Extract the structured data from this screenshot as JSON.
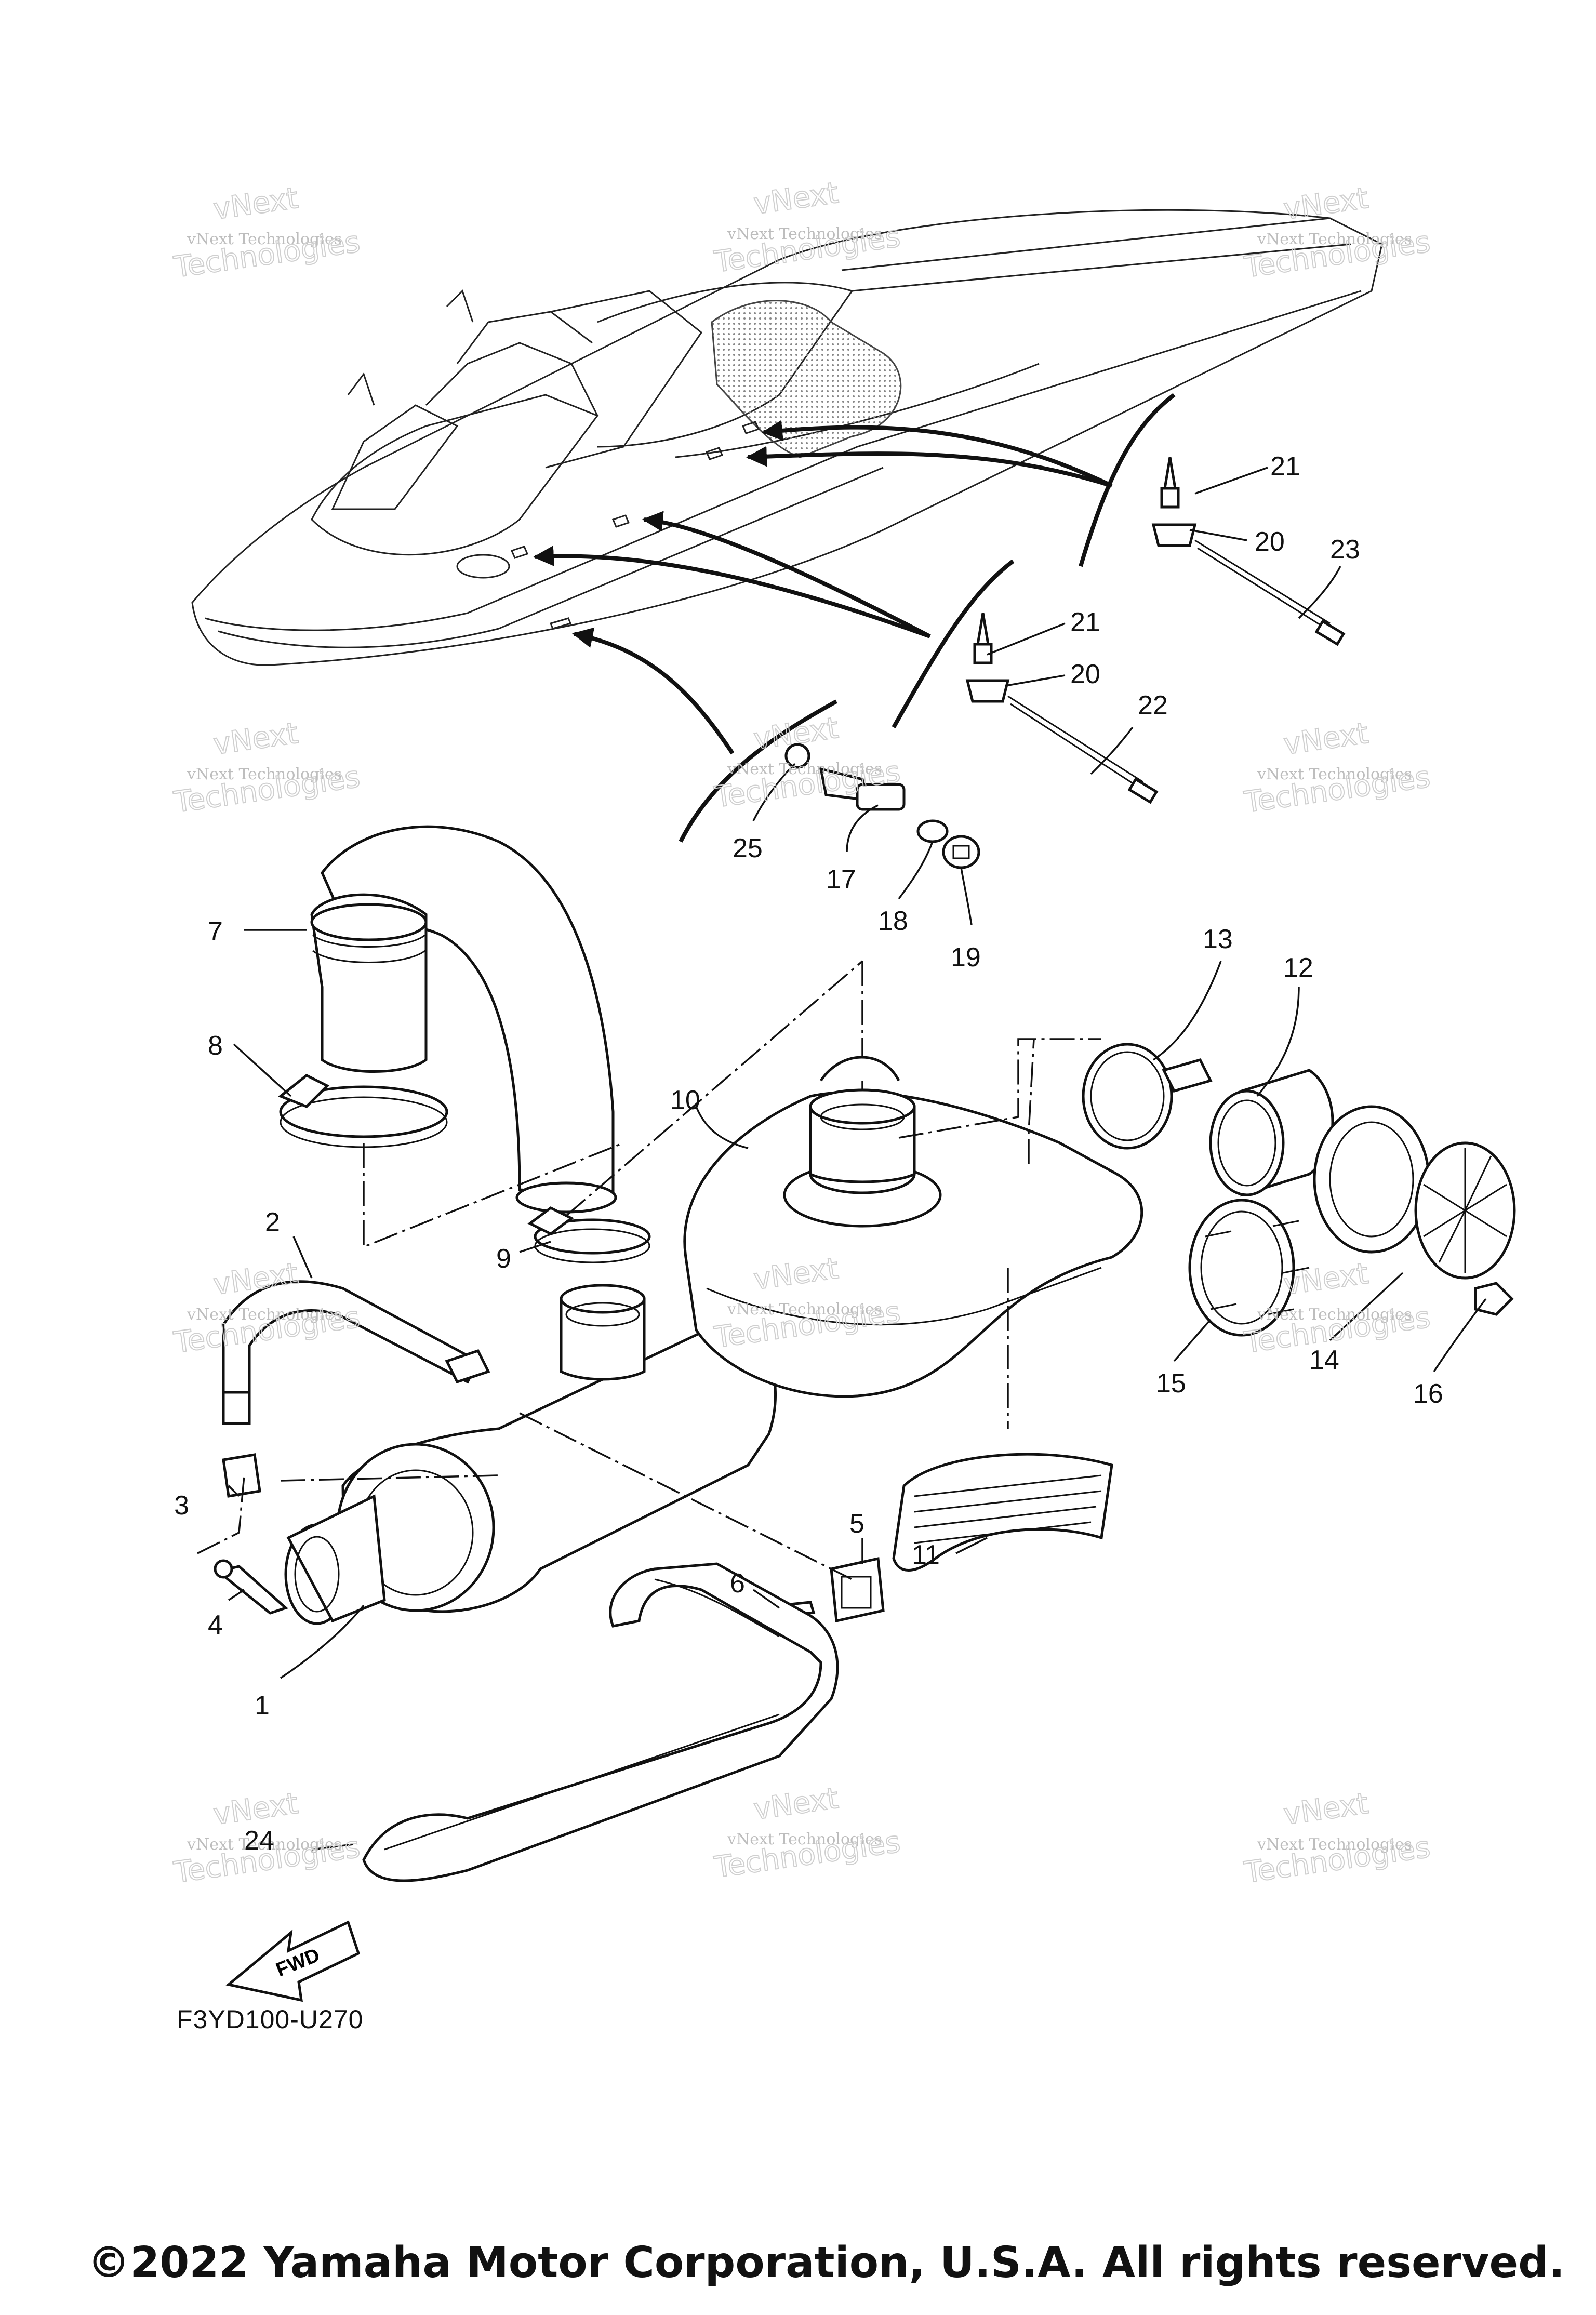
{
  "callouts": [
    {
      "label": "1"
    },
    {
      "label": "2"
    },
    {
      "label": "3"
    },
    {
      "label": "4"
    },
    {
      "label": "5"
    },
    {
      "label": "6"
    },
    {
      "label": "7"
    },
    {
      "label": "8"
    },
    {
      "label": "9"
    },
    {
      "label": "10"
    },
    {
      "label": "11"
    },
    {
      "label": "12"
    },
    {
      "label": "13"
    },
    {
      "label": "14"
    },
    {
      "label": "15"
    },
    {
      "label": "16"
    },
    {
      "label": "17"
    },
    {
      "label": "18"
    },
    {
      "label": "19"
    },
    {
      "label": "20"
    },
    {
      "label": "20"
    },
    {
      "label": "21"
    },
    {
      "label": "21"
    },
    {
      "label": "22"
    },
    {
      "label": "23"
    },
    {
      "label": "24"
    },
    {
      "label": "25"
    }
  ],
  "watermark": {
    "line1": "vNext",
    "line2": "vNext Technologies",
    "line3": "Technologies"
  },
  "fwd_label": "FWD",
  "diagram_code": "F3YD100-U270",
  "copyright": "©2022 Yamaha Motor Corporation, U.S.A. All rights reserved."
}
